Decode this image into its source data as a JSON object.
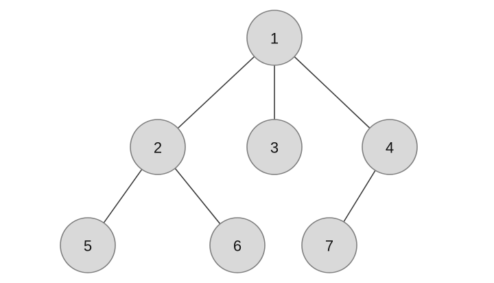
{
  "diagram": {
    "type": "tree",
    "colors": {
      "node_fill": "#d9d9d9",
      "node_stroke": "#7f7f7f",
      "edge": "#3c3c3c",
      "label": "#111111"
    },
    "nodes": [
      {
        "id": "1",
        "label": "1"
      },
      {
        "id": "2",
        "label": "2"
      },
      {
        "id": "3",
        "label": "3"
      },
      {
        "id": "4",
        "label": "4"
      },
      {
        "id": "5",
        "label": "5"
      },
      {
        "id": "6",
        "label": "6"
      },
      {
        "id": "7",
        "label": "7"
      }
    ],
    "edges": [
      {
        "from": "1",
        "to": "2"
      },
      {
        "from": "1",
        "to": "3"
      },
      {
        "from": "1",
        "to": "4"
      },
      {
        "from": "2",
        "to": "5"
      },
      {
        "from": "2",
        "to": "6"
      },
      {
        "from": "4",
        "to": "7"
      }
    ]
  }
}
